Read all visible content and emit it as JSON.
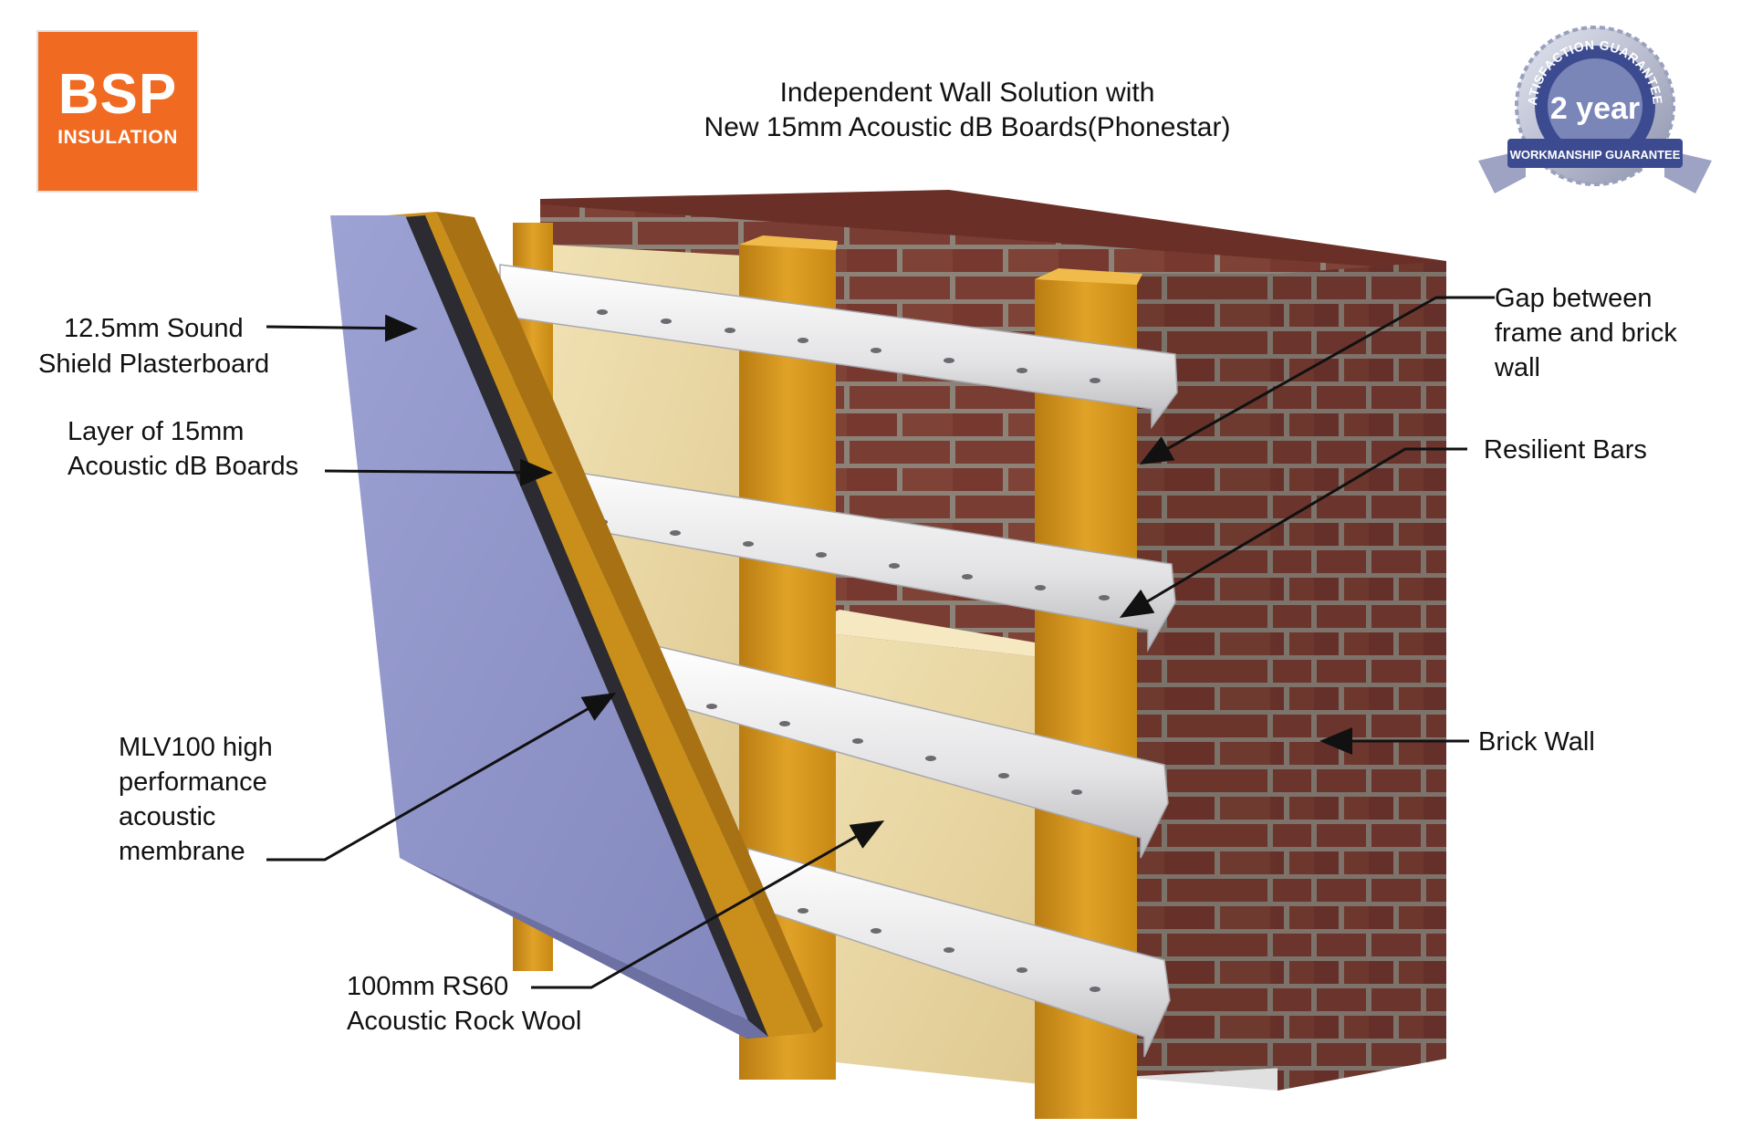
{
  "logo": {
    "main": "BSP",
    "sub": "INSULATION"
  },
  "title": {
    "line1": "Independent Wall Solution with",
    "line2": "New 15mm Acoustic dB Boards(Phonestar)"
  },
  "badge": {
    "arc_text": "SATISFACTION GUARANTEED",
    "center_text": "2 year",
    "ribbon_text": "WORKMANSHIP GUARANTEE"
  },
  "labels": {
    "plasterboard": [
      "12.5mm Sound",
      "Shield Plasterboard"
    ],
    "acoustic_boards": [
      "Layer of 15mm",
      "Acoustic dB Boards"
    ],
    "membrane": [
      "MLV100 high",
      "performance",
      "acoustic",
      "membrane"
    ],
    "rock_wool": [
      "100mm RS60",
      "Acoustic Rock Wool"
    ],
    "gap": [
      "Gap between",
      "frame and brick",
      "wall"
    ],
    "resilient_bars": [
      "Resilient Bars"
    ],
    "brick_wall": [
      "Brick Wall"
    ]
  },
  "colors": {
    "brand_orange": "#f06a22",
    "plasterboard": "#8a8fc4",
    "membrane": "#2b2b31",
    "acoustic_board": "#c98f1a",
    "rock_wool": "#ead9a6",
    "timber_stud": "#d99a1c",
    "resilient_bar": "#e9e9ea",
    "brick": "#7a3d33",
    "mortar": "#8c8278",
    "badge_silver": "#b7bccf",
    "badge_blue": "#3c4b8f"
  }
}
